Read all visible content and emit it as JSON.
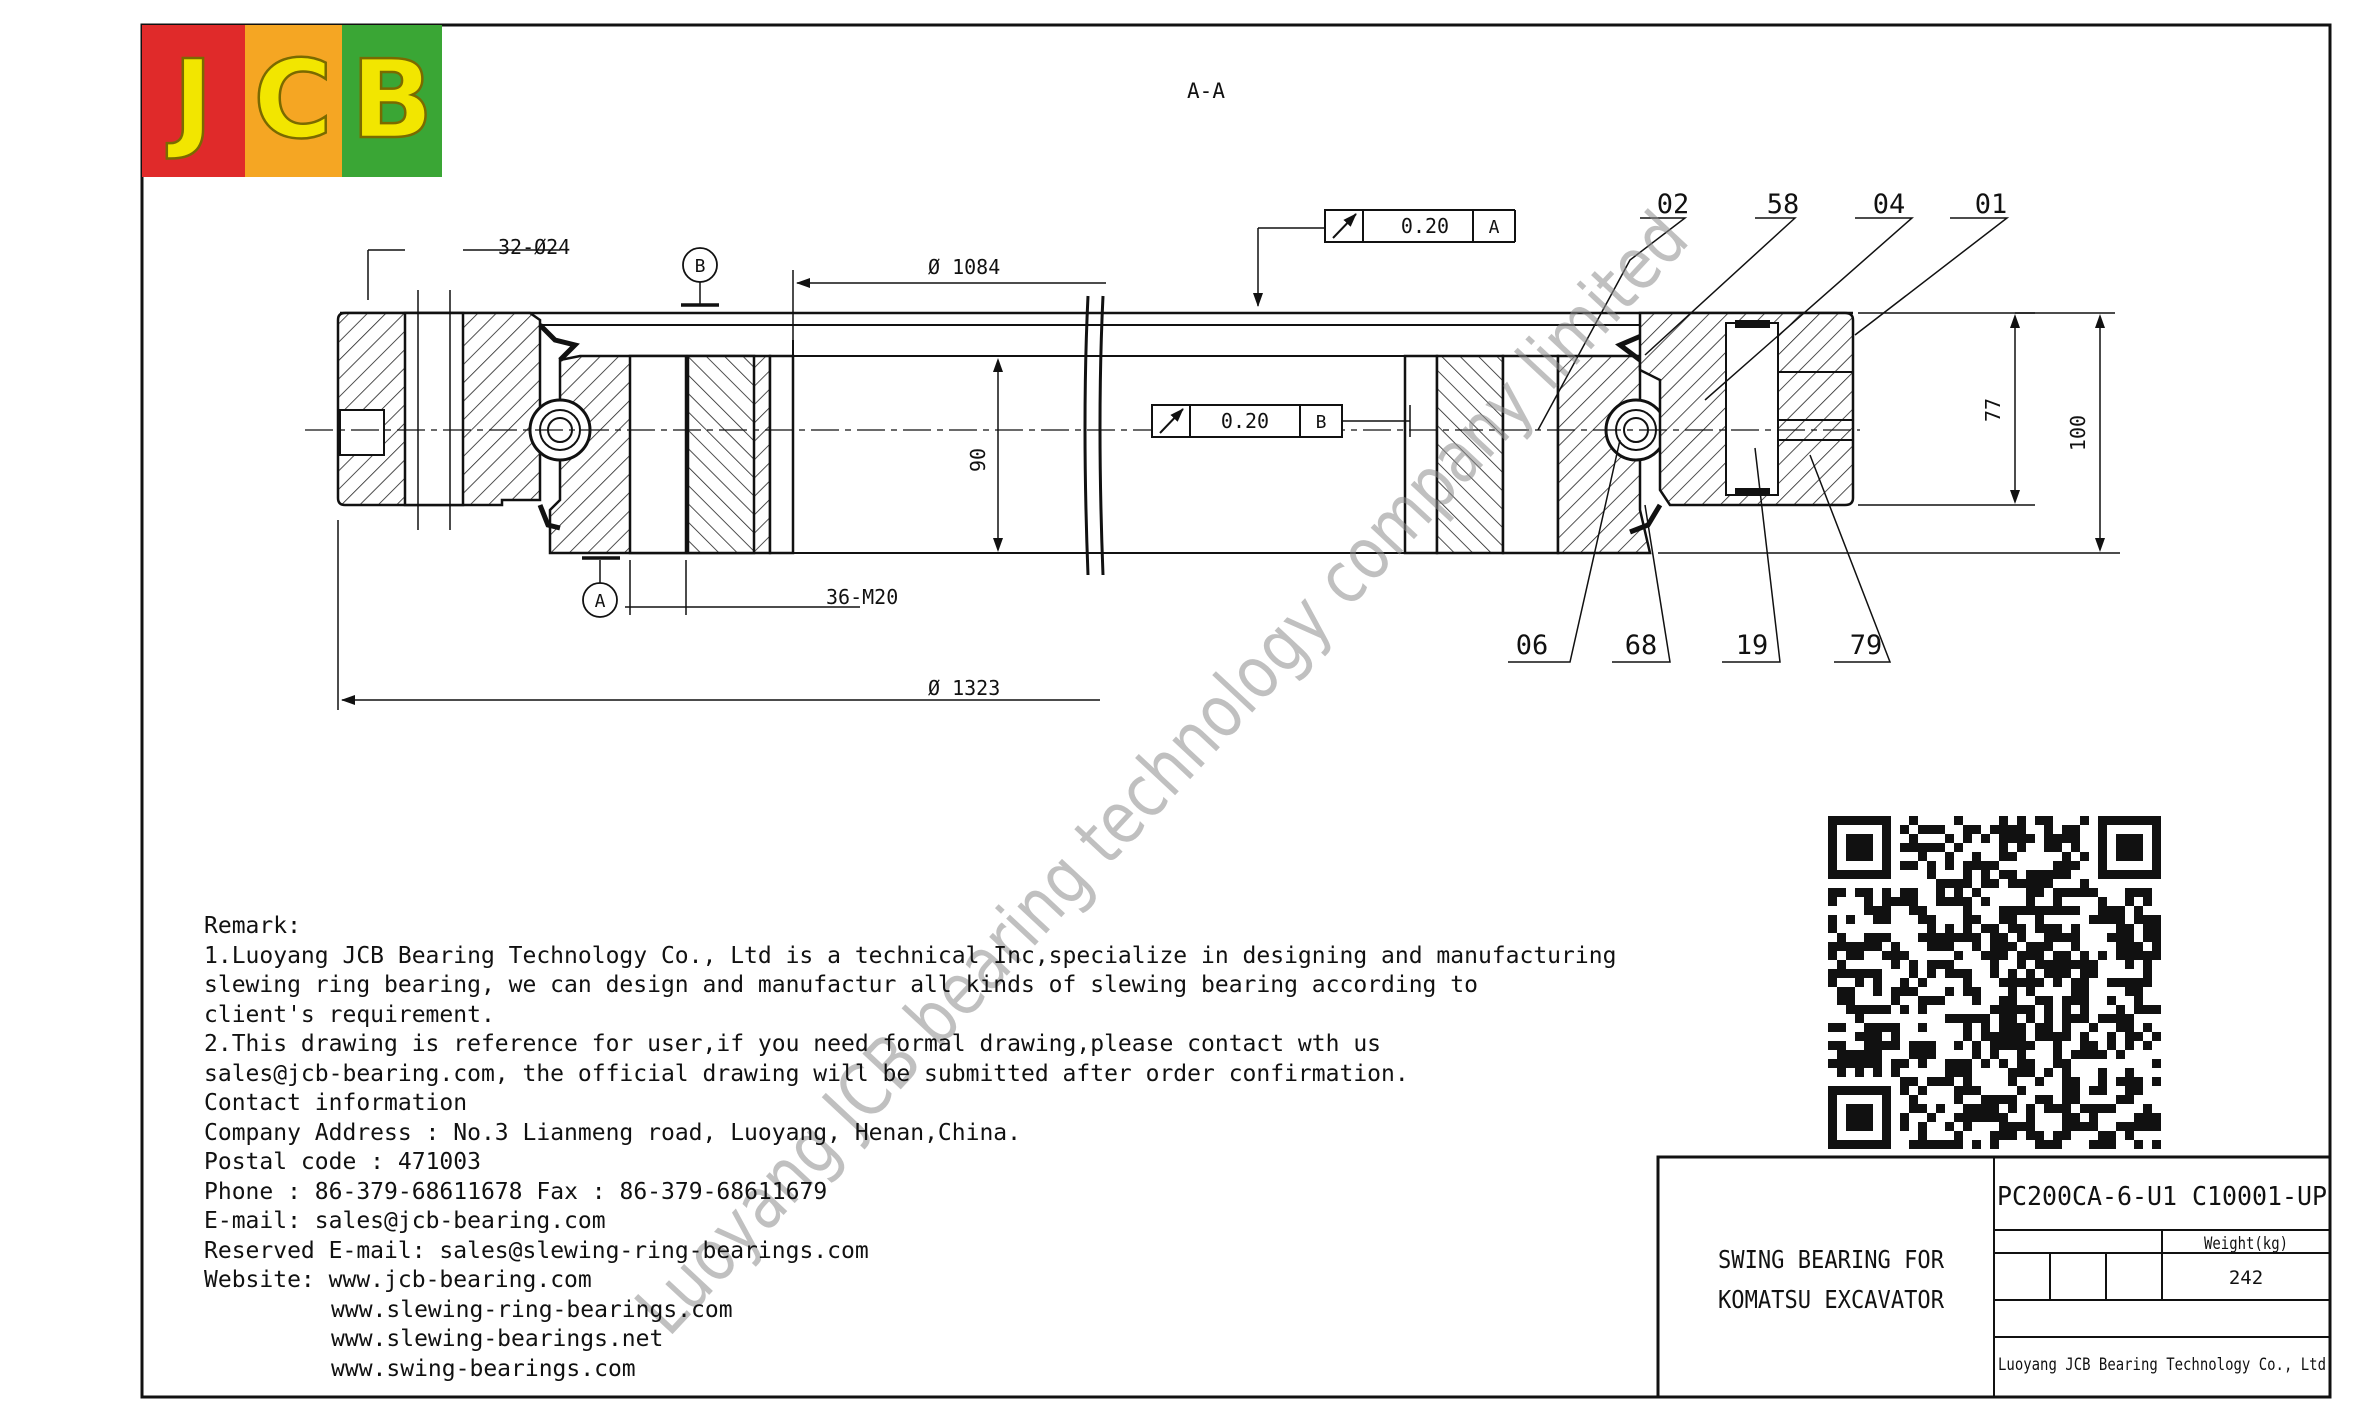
{
  "logo": {
    "text": "JCB",
    "colors": [
      "#e02a2a",
      "#f5a623",
      "#3aa635"
    ],
    "letter_color": "#f2e600"
  },
  "section_label": "A-A",
  "watermark": "Luoyang JCB bearing technology company limited",
  "dimensions": {
    "holes": "32-Ø24",
    "outer_diameter": "Ø 1323",
    "inner_diameter": "Ø 1084",
    "threads": "36-M20",
    "inner_height": "90",
    "h77": "77",
    "h100": "100"
  },
  "datums": {
    "a": "A",
    "b": "B"
  },
  "tolerances": [
    {
      "value": "0.20",
      "datum": "A"
    },
    {
      "value": "0.20",
      "datum": "B"
    }
  ],
  "part_labels": [
    "02",
    "58",
    "04",
    "01",
    "06",
    "68",
    "19",
    "79"
  ],
  "remarks": {
    "heading": "Remark:",
    "lines": [
      "1.Luoyang JCB Bearing Technology Co., Ltd is a technical Inc,specialize in designing and manufacturing",
      "slewing ring bearing, we can design and manufactur all kinds of slewing bearing according to",
      "client's requirement.",
      "2.This drawing is reference for user,if you need formal drawing,please contact wth us",
      "sales@jcb-bearing.com, the official drawing will be submitted after order confirmation."
    ]
  },
  "contact": {
    "heading": "Contact information",
    "address_label": "Company Address :",
    "address": "No.3 Lianmeng road, Luoyang, Henan,China.",
    "postal_label": "Postal code :",
    "postal": "471003",
    "phone_label": "Phone :",
    "phone": "86-379-68611678",
    "fax_label": "Fax :",
    "fax": "86-379-68611679",
    "email_label": "E-mail:",
    "email": "sales@jcb-bearing.com",
    "reserved_label": "Reserved E-mail:",
    "reserved_email": "sales@slewing-ring-bearings.com",
    "website_label": "Website:",
    "websites": [
      "www.jcb-bearing.com",
      "www.slewing-ring-bearings.com",
      "www.slewing-bearings.net",
      "www.swing-bearings.com"
    ]
  },
  "title_block": {
    "part_number": "PC200CA-6-U1 C10001-UP",
    "description_line1": "SWING BEARING FOR",
    "description_line2": "KOMATSU EXCAVATOR",
    "weight_label": "Weight(kg)",
    "weight": "242",
    "company": "Luoyang JCB Bearing Technology Co., Ltd"
  }
}
